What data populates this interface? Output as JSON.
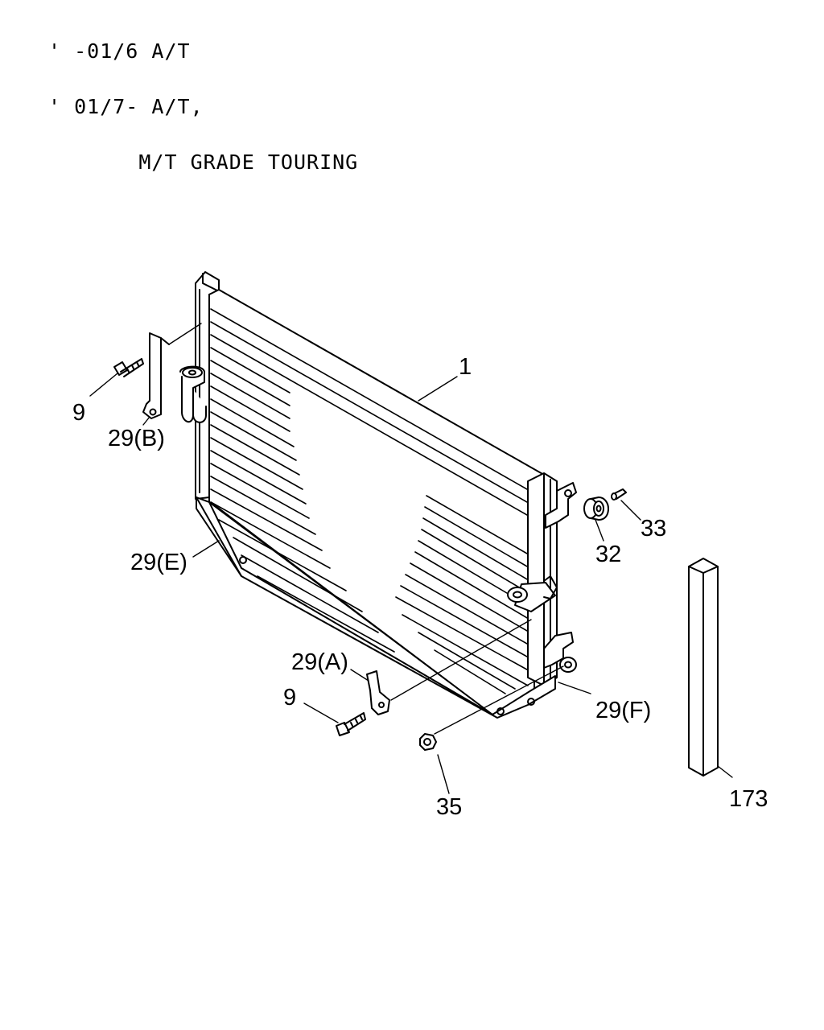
{
  "header": {
    "line1": "' -01/6 A/T",
    "line2": "' 01/7- A/T,",
    "line3": "       M/T GRADE TOURING"
  },
  "callouts": {
    "condenser": "1",
    "screw_upper": "9",
    "bracket_b": "29(B)",
    "bracket_e": "29(E)",
    "bracket_a": "29(A)",
    "screw_lower": "9",
    "nut": "35",
    "bracket_f": "29(F)",
    "cushion": "32",
    "pin": "33",
    "seal": "173"
  }
}
